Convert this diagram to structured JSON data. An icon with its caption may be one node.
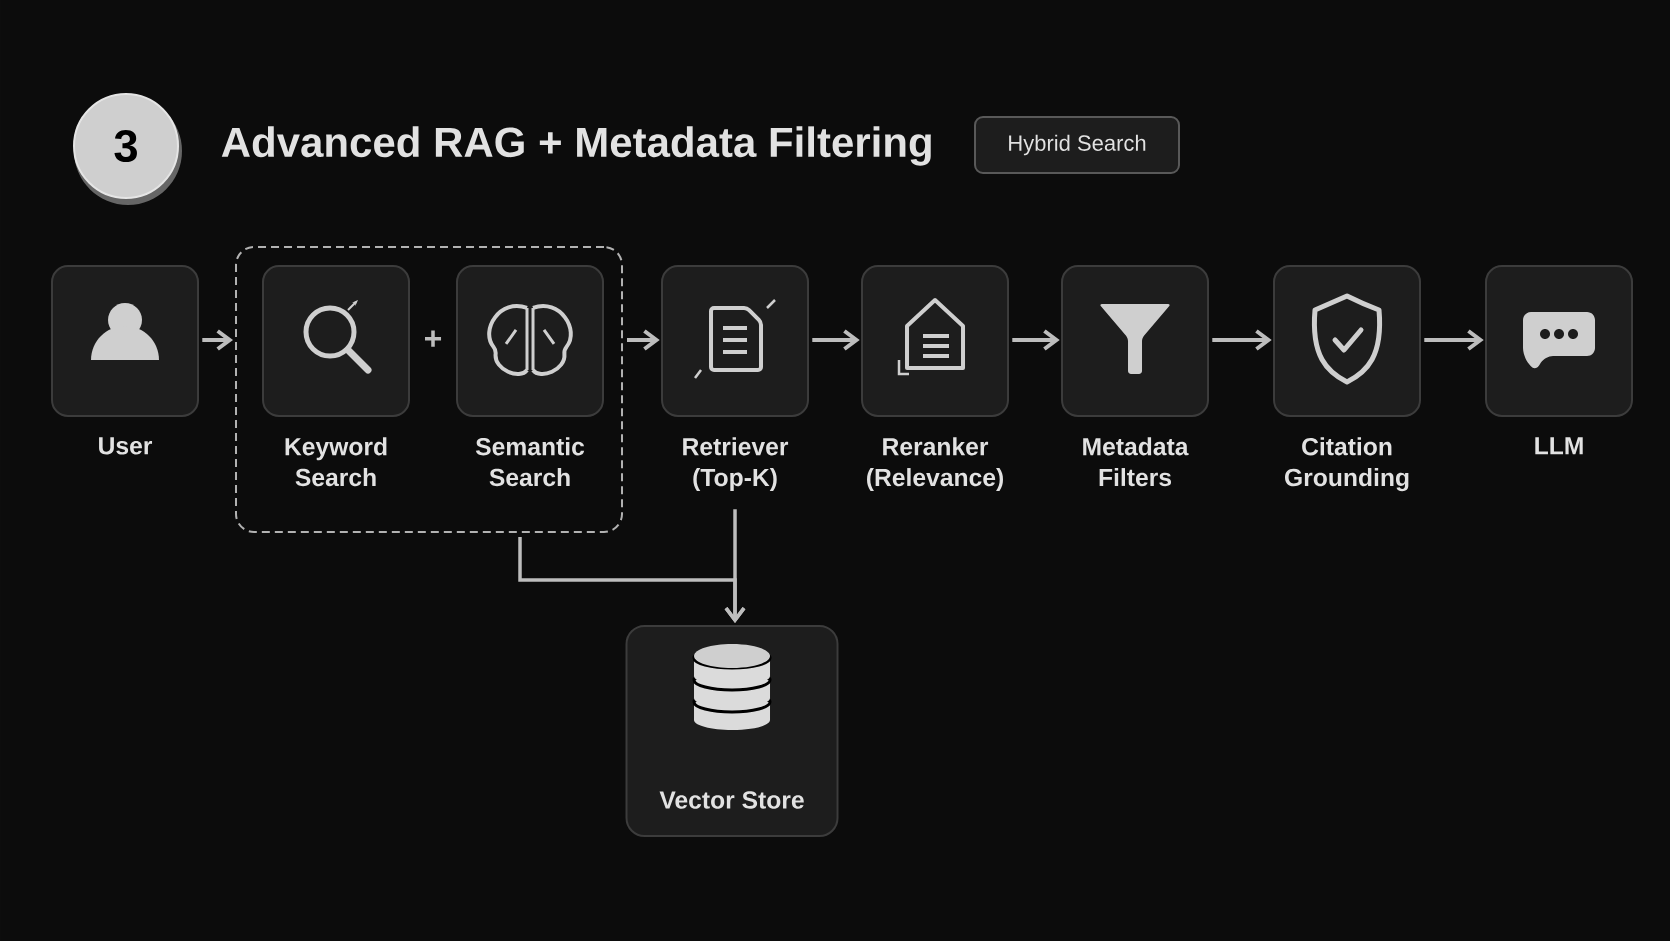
{
  "diagram": {
    "title": "Advanced RAG + Metadata Filtering",
    "nodes": [
      {
        "text": [
          "3"
        ]
      },
      {
        "text": [
          "Hybrid Search"
        ]
      },
      {
        "text": [
          "User"
        ]
      },
      {
        "text": [],
        "shape": "box"
      },
      {
        "text": [
          "Keyword Search"
        ],
        "in": 3
      },
      {
        "text": [
          "Semantic Search"
        ],
        "in": 3
      },
      {
        "text": [
          "Retriever (Top-K)"
        ]
      },
      {
        "text": [
          "Reranker (Relevance)"
        ]
      },
      {
        "text": [
          "Metadata Filters"
        ]
      },
      {
        "text": [
          "Citation Grounding"
        ]
      },
      {
        "text": [
          "LLM"
        ]
      },
      {
        "text": [
          "Vector Store"
        ]
      }
    ],
    "edges": [
      {
        "from": 2,
        "to": 3,
        "arrow": "to"
      },
      {
        "from": 3,
        "to": 6,
        "arrow": "to"
      },
      {
        "from": 6,
        "to": 7,
        "arrow": "to"
      },
      {
        "from": 7,
        "to": 8,
        "arrow": "to"
      },
      {
        "from": 8,
        "to": 9,
        "arrow": "to"
      },
      {
        "from": 9,
        "to": 10,
        "arrow": "to"
      },
      {
        "from": 3,
        "to": 11,
        "arrow": "to"
      },
      {
        "from": 6,
        "to": 11,
        "arrow": "to"
      }
    ],
    "labels": [
      "+"
    ]
  }
}
